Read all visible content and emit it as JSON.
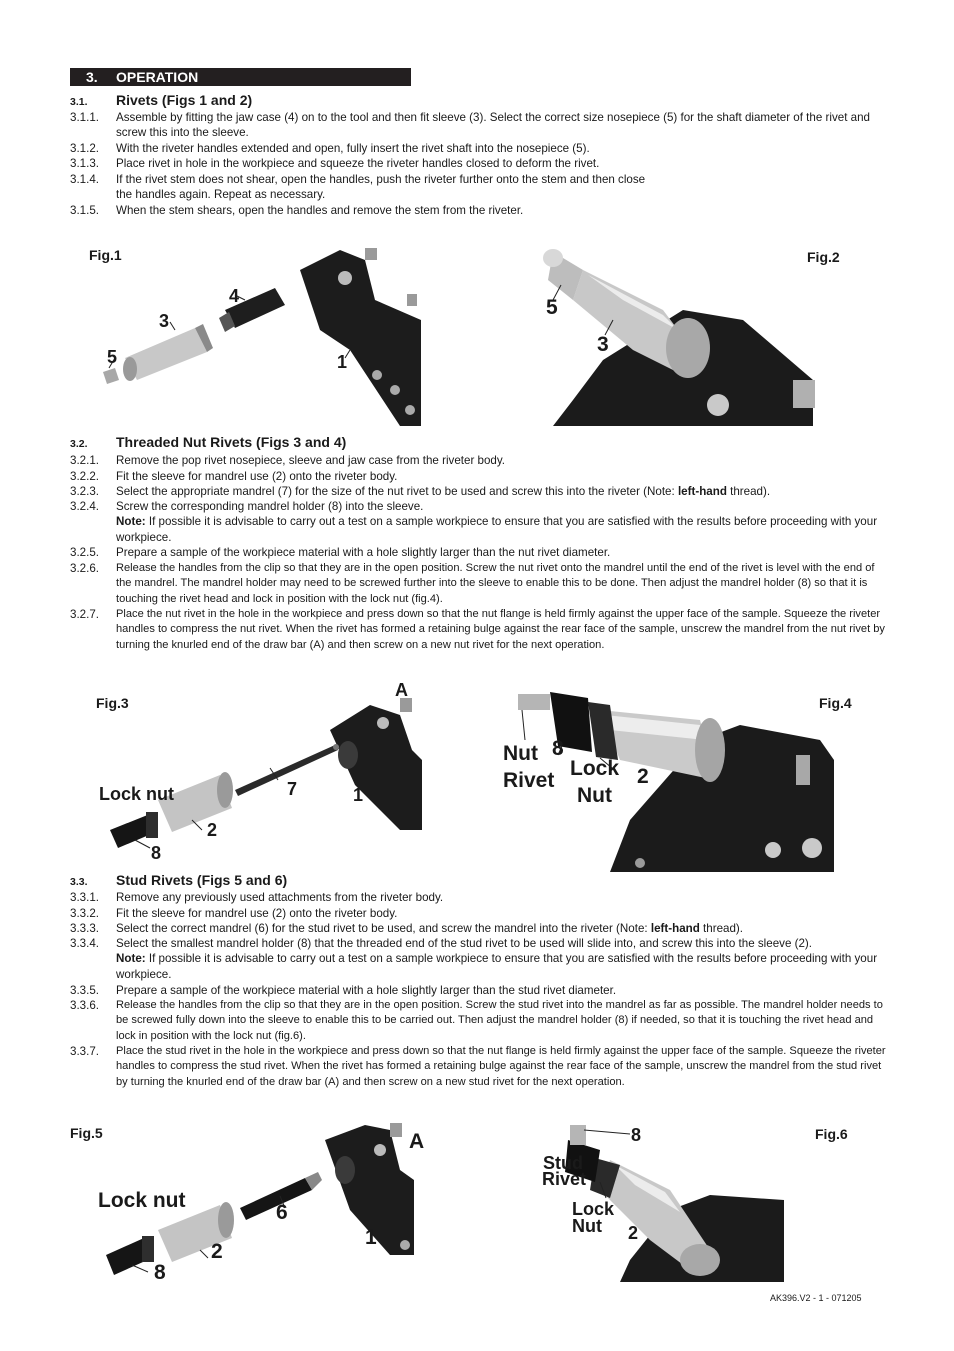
{
  "section": {
    "number": "3.",
    "title": "OPERATION"
  },
  "s1": {
    "number": "3.1.",
    "title": "Rivets (Figs 1 and 2)",
    "items": [
      {
        "n": "3.1.1.",
        "t": "Assemble by fitting the jaw case (4) on to the tool and then fit sleeve (3). Select the correct size nosepiece (5) for the shaft diameter of the rivet and screw this into the sleeve."
      },
      {
        "n": "3.1.2.",
        "t": "With the riveter handles extended and open, fully insert the rivet shaft into the nosepiece (5)."
      },
      {
        "n": "3.1.3.",
        "t": "Place rivet in hole in the workpiece and squeeze the riveter handles closed to deform the rivet."
      },
      {
        "n": "3.1.4.",
        "t": "If the rivet stem does not shear, open the handles, push the riveter further onto the stem and then close the handles again. Repeat as necessary."
      },
      {
        "n": "3.1.5.",
        "t": "When the stem shears, open the handles and remove the stem from the riveter."
      }
    ]
  },
  "s2": {
    "number": "3.2.",
    "title": "Threaded Nut Rivets (Figs 3 and 4)",
    "items": [
      {
        "n": "3.2.1.",
        "t": "Remove the pop rivet nosepiece, sleeve and jaw case from the riveter body."
      },
      {
        "n": "3.2.2.",
        "t": "Fit the sleeve for mandrel use (2) onto the riveter body."
      },
      {
        "n": "3.2.3.",
        "a": "Select the appropriate mandrel (7) for the size of the nut rivet to be used and screw this into the riveter (Note: ",
        "b": "left-hand",
        "c": " thread)."
      },
      {
        "n": "3.2.4.",
        "t": "Screw the corresponding mandrel holder (8) into the sleeve.",
        "note": "Note:",
        "nt": " If possible it is advisable to carry out a test on a sample workpiece to ensure that you are satisfied with the results before proceeding with your workpiece."
      },
      {
        "n": "3.2.5.",
        "t": "Prepare a sample of the workpiece material with a hole slightly larger than the nut rivet diameter."
      },
      {
        "n": "3.2.6.",
        "t": "Release the handles from the clip so that they are in the open position. Screw the nut rivet onto the mandrel until the end of the rivet is level with the end of the mandrel. The mandrel holder may need to be screwed further into the sleeve to enable this to be done. Then adjust the mandrel holder (8) so that it is touching the rivet head and lock in position with the lock nut (fig.4)."
      },
      {
        "n": "3.2.7.",
        "t": "Place the nut rivet in the hole in the workpiece and press down so that the nut flange is held firmly against the upper face of the sample. Squeeze the riveter handles to compress the nut rivet. When the rivet has formed a retaining bulge against the rear face of the sample, unscrew the mandrel from the nut rivet by turning the knurled end of the draw bar (A) and then screw on a new nut rivet for the next operation."
      }
    ]
  },
  "s3": {
    "number": "3.3.",
    "title": "Stud Rivets (Figs 5 and 6)",
    "items": [
      {
        "n": "3.3.1.",
        "t": "Remove any previously used attachments from the riveter body."
      },
      {
        "n": "3.3.2.",
        "t": "Fit the sleeve for mandrel use (2) onto the riveter body."
      },
      {
        "n": "3.3.3.",
        "a": "Select the correct mandrel (6) for the stud rivet to be used, and screw the mandrel into the riveter (Note: ",
        "b": "left-hand",
        "c": " thread)."
      },
      {
        "n": "3.3.4.",
        "t": "Select the smallest mandrel holder (8) that the threaded end of the stud rivet to be used will slide into, and screw this into the sleeve (2).",
        "note": "Note:",
        "nt": " If possible it is advisable to carry out a test on a sample workpiece to ensure that you are satisfied with the results before proceeding with your workpiece."
      },
      {
        "n": "3.3.5.",
        "t": "Prepare a sample of the workpiece material with a hole slightly larger than the stud rivet diameter."
      },
      {
        "n": "3.3.6.",
        "t": "Release the handles from the clip so that they are in the open position. Screw the stud rivet into the mandrel as far as possible. The mandrel holder needs to be screwed fully down into the sleeve to enable this to be carried out. Then adjust the mandrel holder (8) if needed, so that it is touching the rivet head and lock in position with the lock nut (fig.6)."
      },
      {
        "n": "3.3.7.",
        "t": "Place the stud rivet in the hole in the workpiece and press down so that the nut flange is held firmly against the upper face of the sample. Squeeze the riveter handles to compress the stud rivet. When the rivet has formed a retaining bulge against the rear face of the sample, unscrew the mandrel from the stud rivet by turning the knurled end of the draw bar (A) and then screw on a new stud rivet for the next operation."
      }
    ]
  },
  "figures": {
    "fig1": {
      "label": "Fig.1",
      "c4": "4",
      "c3": "3",
      "c5": "5",
      "c1": "1"
    },
    "fig2": {
      "label": "Fig.2",
      "c5": "5",
      "c3": "3"
    },
    "fig3": {
      "label": "Fig.3",
      "cA": "A",
      "lock": "Lock nut",
      "c7": "7",
      "c1": "1",
      "c2": "2",
      "c8": "8"
    },
    "fig4": {
      "label": "Fig.4",
      "nut": "Nut",
      "rivet": "Rivet",
      "c8": "8",
      "lock": "Lock",
      "nutw": "Nut",
      "c2": "2"
    },
    "fig5": {
      "label": "Fig.5",
      "cA": "A",
      "lock": "Lock nut",
      "c6": "6",
      "c1": "1",
      "c2": "2",
      "c8": "8"
    },
    "fig6": {
      "label": "Fig.6",
      "c8": "8",
      "stud": "Stud",
      "rivet": "Rivet",
      "lock": "Lock",
      "nut": "Nut",
      "c2": "2"
    }
  },
  "footer": "AK396.V2 - 1 - 071205"
}
